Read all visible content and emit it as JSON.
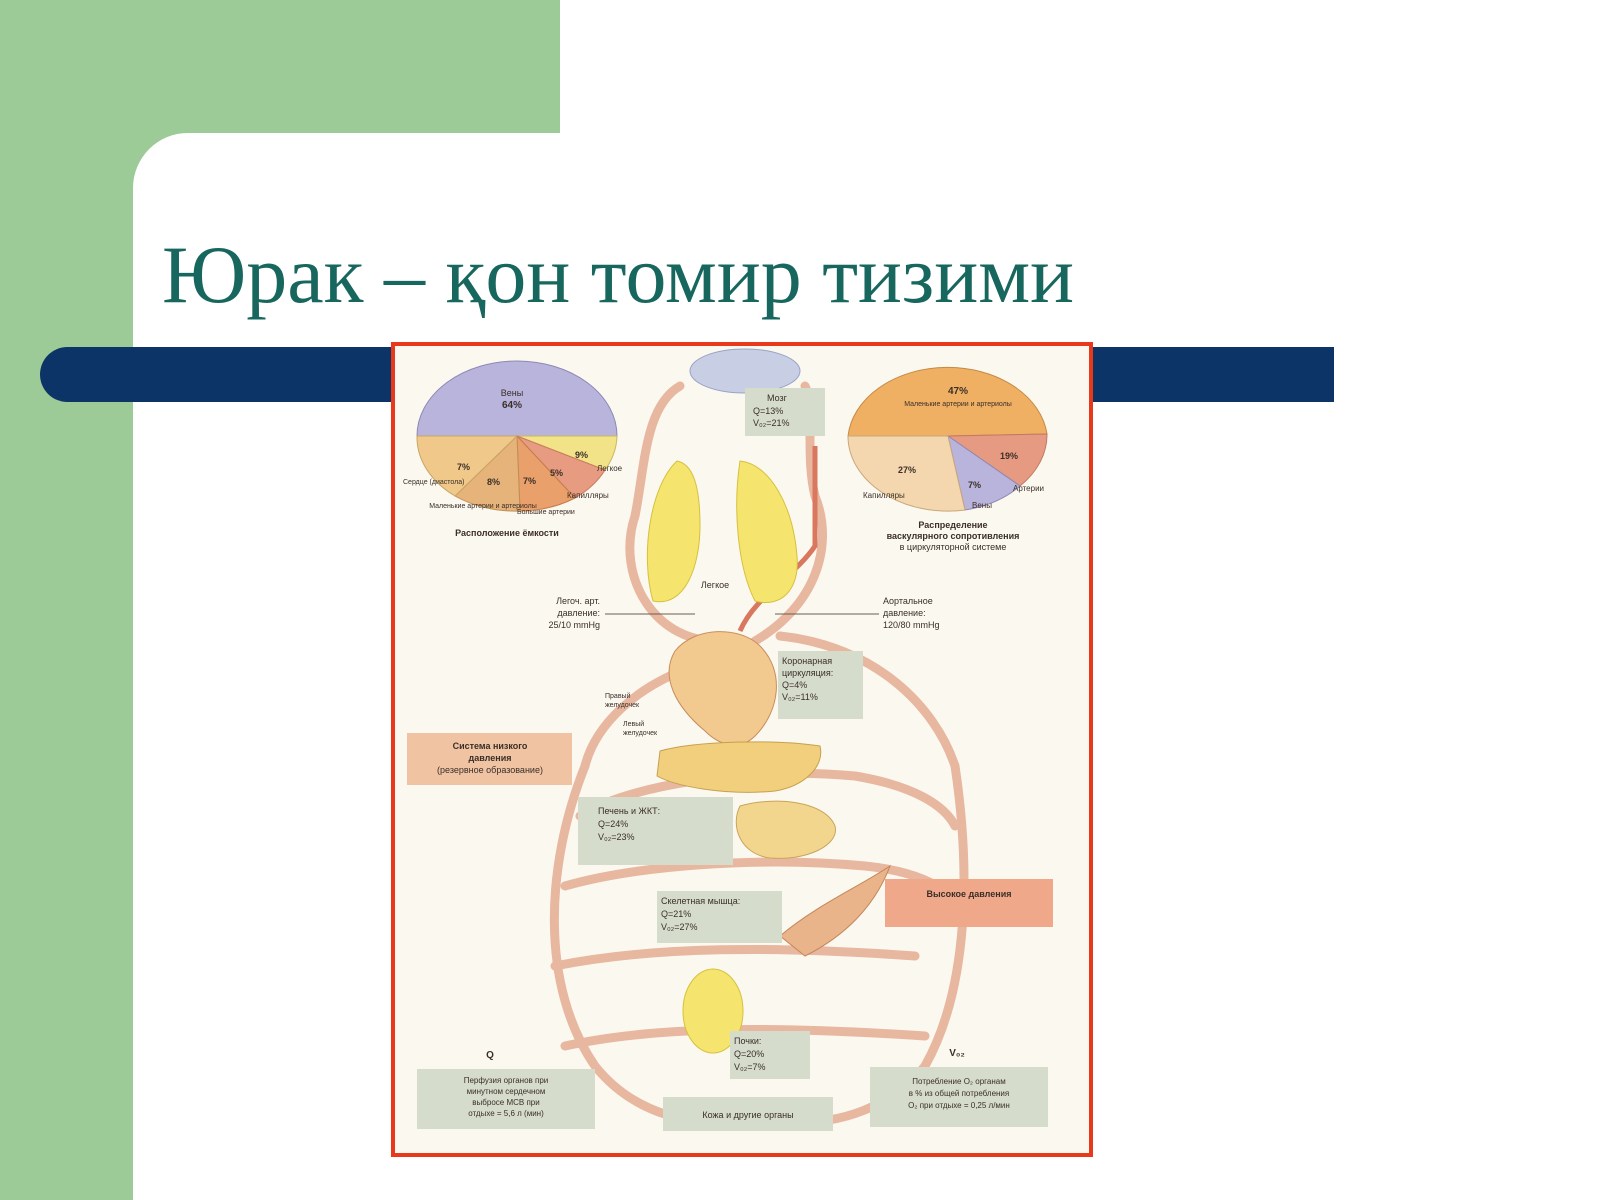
{
  "slide": {
    "title": "Юрак – қон томир тизими"
  },
  "diagram": {
    "pie_left": {
      "caption": "Расположение ёмкости",
      "slices": [
        {
          "label": "Вены",
          "value": "64%"
        },
        {
          "label": "Легкое",
          "value": "9%"
        },
        {
          "label": "Капилляры",
          "value": "5%"
        },
        {
          "label": "Большие артерии",
          "value": "7%"
        },
        {
          "label": "Маленькие артерии и артериолы",
          "value": "8%"
        },
        {
          "label": "Сердце (диастола)",
          "value": "7%"
        }
      ],
      "colors": [
        "#b9b4dc",
        "#f3e388",
        "#e79b80",
        "#e9a06b",
        "#e6b37a",
        "#f0c98a"
      ]
    },
    "pie_right": {
      "caption_line1": "Распределение",
      "caption_line2": "васкулярного сопротивления",
      "caption_line3": "в циркуляторной системе",
      "slices": [
        {
          "label": "Маленькие артерии и артериолы",
          "value": "47%"
        },
        {
          "label": "Артерии",
          "value": "19%"
        },
        {
          "label": "Вены",
          "value": "7%"
        },
        {
          "label": "Капилляры",
          "value": "27%"
        }
      ],
      "colors": [
        "#efb064",
        "#e79a82",
        "#b9b4dc",
        "#f4d7ae"
      ]
    },
    "brain": {
      "name": "Мозг",
      "q": "Q=13%",
      "v": "V₀₂=21%"
    },
    "lung": {
      "name": "Легкое"
    },
    "pulm_pressure": {
      "l1": "Легоч. арт.",
      "l2": "давление:",
      "l3": "25/10 mmHg"
    },
    "aortic_pressure": {
      "l1": "Аортальное",
      "l2": "давление:",
      "l3": "120/80 mmHg"
    },
    "coronary": {
      "l1": "Коронарная",
      "l2": "циркуляция:",
      "q": "Q=4%",
      "v": "V₀₂=11%"
    },
    "right_ventricle": {
      "l1": "Правый",
      "l2": "желудочек"
    },
    "left_ventricle": {
      "l1": "Левый",
      "l2": "желудочек"
    },
    "low_pressure": {
      "l1": "Система низкого",
      "l2": "давления",
      "l3": "(резервное образование)"
    },
    "liver": {
      "name": "Печень и ЖКТ:",
      "q": "Q=24%",
      "v": "V₀₂=23%"
    },
    "muscle": {
      "name": "Скелетная мышца:",
      "q": "Q=21%",
      "v": "V₀₂=27%"
    },
    "high_pressure": {
      "label": "Высокое давления"
    },
    "kidney": {
      "name": "Почки:",
      "q": "Q=20%",
      "v": "V₀₂=7%"
    },
    "q_heading": "Q",
    "v_heading": "V₀₂",
    "perfusion": {
      "l1": "Перфузия органов при",
      "l2": "минутном сердечном",
      "l3": "выбросе МСВ при",
      "l4": "отдыхе = 5,6 л (мин)"
    },
    "skin": {
      "label": "Кожа и другие органы"
    },
    "o2_consumption": {
      "l1": "Потребление O₂ органам",
      "l2": "в % из общей потребления",
      "l3": "O₂ при отдыхе = 0,25 л/мин"
    }
  }
}
